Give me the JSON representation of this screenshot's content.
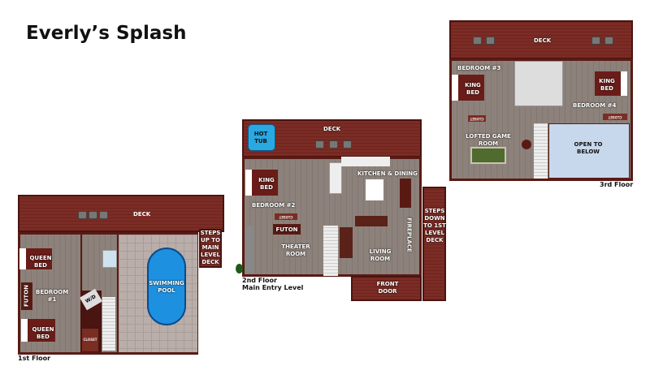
{
  "title": "Everly’s Splash",
  "floors": {
    "first": {
      "label": "1st Floor",
      "deck": "DECK",
      "steps": "STEPS UP TO MAIN LEVEL DECK",
      "bed1": "QUEEN BED",
      "bed2": "QUEEN BED",
      "futon": "FUTON",
      "bedroom": "BEDROOM #1",
      "wd": "W/D",
      "closet": "CLOSET",
      "pool": "SWIMMING POOL"
    },
    "second": {
      "label": "2nd Floor",
      "sublabel": "Main Entry Level",
      "deck": "DECK",
      "hot_tub": "HOT TUB",
      "bed": "KING BED",
      "bedroom": "BEDROOM #2",
      "closet": "CLOSET",
      "futon": "FUTON",
      "theater": "THEATER ROOM",
      "kitchen": "KITCHEN & DINING",
      "living": "LIVING ROOM",
      "fireplace": "FIREPLACE",
      "steps": "STEPS DOWN TO 1ST LEVEL DECK",
      "front_door": "FRONT DOOR"
    },
    "third": {
      "label": "3rd Floor",
      "deck": "DECK",
      "bedroom3": "BEDROOM #3",
      "bedroom4": "BEDROOM #4",
      "bed3": "KING BED",
      "bed4": "KING BED",
      "closet3": "CLOSET",
      "closet4": "CLOSET",
      "game_room": "LOFTED GAME ROOM",
      "open": "OPEN TO BELOW"
    }
  },
  "colors": {
    "deck": "#7b2c25",
    "pool": "#1e90e0",
    "open": "#c8d8ec"
  }
}
